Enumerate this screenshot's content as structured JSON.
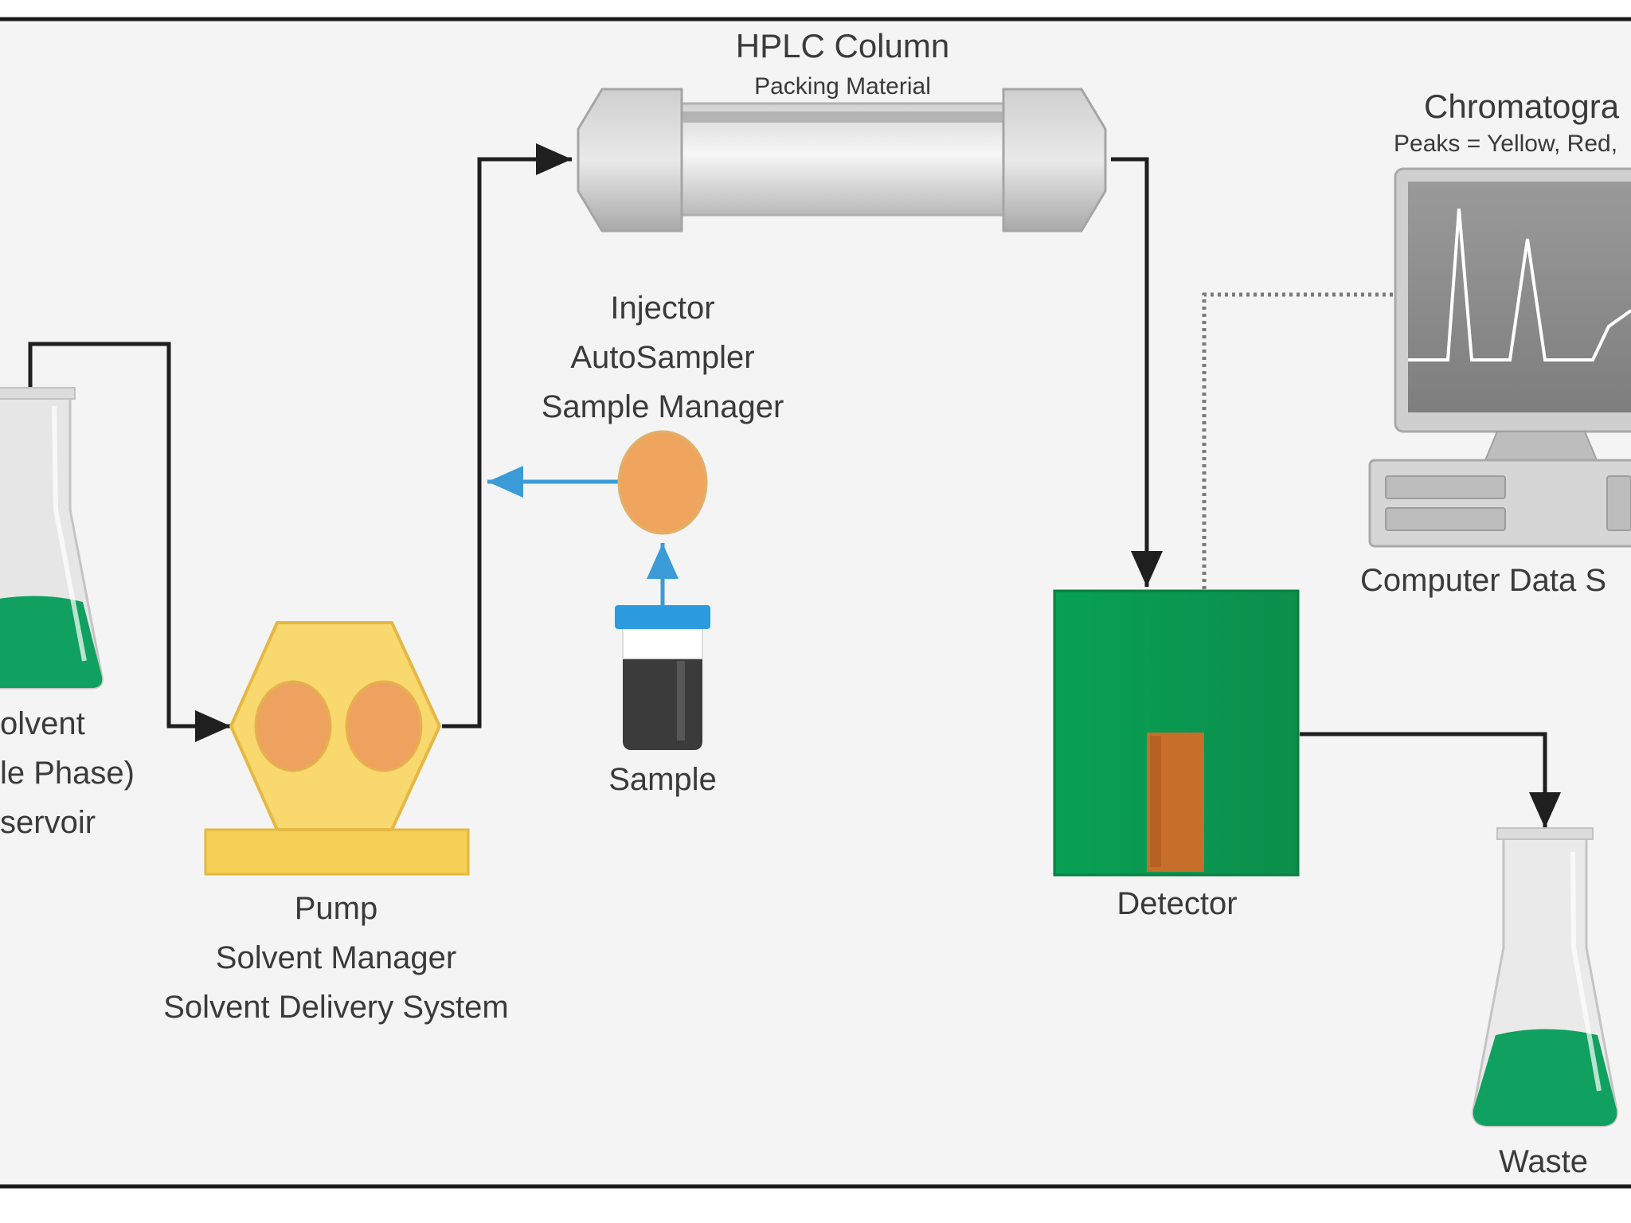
{
  "column": {
    "title": "HPLC Column",
    "subtitle": "Packing Material"
  },
  "chromatogram": {
    "title": "Chromatogra",
    "subtitle": "Peaks = Yellow, Red,"
  },
  "injector": {
    "lines": [
      "Injector",
      "AutoSampler",
      "Sample Manager"
    ]
  },
  "reservoir": {
    "lines": [
      "olvent",
      "le Phase)",
      "servoir"
    ]
  },
  "pump": {
    "lines": [
      "Pump",
      "Solvent Manager",
      "Solvent Delivery System"
    ]
  },
  "sample": {
    "label": "Sample"
  },
  "detector": {
    "label": "Detector"
  },
  "computer": {
    "label": "Computer Data S"
  },
  "waste": {
    "label": "Waste"
  },
  "colors": {
    "flow_line": "#1f1f1f",
    "sample_flow": "#3a9bd6",
    "liquid": "#10a060",
    "detector": "#0a9a55",
    "pump": "#f6cf57",
    "pump_port": "#eea260",
    "injector": "#f0a55e",
    "column": "#c9c9c9",
    "cap": "#2d9be0",
    "sample_vial": "#3b3b3b"
  }
}
